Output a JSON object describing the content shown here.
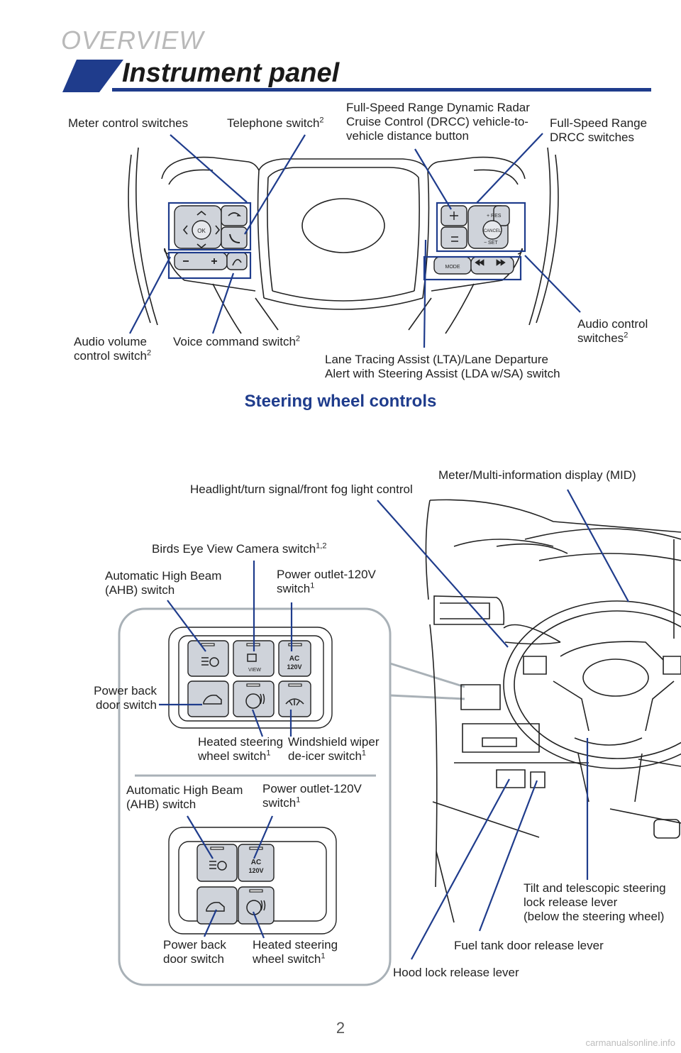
{
  "header": {
    "section": "OVERVIEW",
    "title": "Instrument panel",
    "accent_color": "#1f3c8c"
  },
  "steering": {
    "caption": "Steering wheel controls",
    "labels": {
      "meter_control": "Meter control switches",
      "telephone": "Telephone switch",
      "telephone_sup": "2",
      "drcc_button_1": "Full-Speed Range Dynamic Radar",
      "drcc_button_2": "Cruise Control (DRCC) vehicle-to-",
      "drcc_button_3": "vehicle distance button",
      "drcc_switches_1": "Full-Speed Range",
      "drcc_switches_2": "DRCC switches",
      "audio_volume_1": "Audio volume",
      "audio_volume_2": "control switch",
      "audio_volume_sup": "2",
      "voice_command": "Voice command switch",
      "voice_command_sup": "2",
      "lta_1": "Lane Tracing Assist (LTA)/Lane Departure",
      "lta_2": "Alert with Steering Assist (LDA w/SA) switch",
      "audio_control_1": "Audio control",
      "audio_control_2": "switches",
      "audio_control_sup": "2"
    },
    "buttons": {
      "ok": "OK",
      "res": "+ RES",
      "cancel": "CANCEL",
      "set": "− SET",
      "mode": "MODE"
    }
  },
  "dash": {
    "labels": {
      "meter_mid": "Meter/Multi-information display (MID)",
      "headlight": "Headlight/turn signal/front fog light control",
      "birds_eye": "Birds Eye View Camera switch",
      "birds_eye_sup": "1,2",
      "ahb_1": "Automatic High Beam",
      "ahb_2": "(AHB) switch",
      "power_outlet_1": "Power outlet-120V",
      "power_outlet_2": "switch",
      "power_outlet_sup": "1",
      "power_back_1": "Power back",
      "power_back_2": "door switch",
      "heated_1": "Heated steering",
      "heated_2": "wheel switch",
      "heated_sup": "1",
      "wiper_1": "Windshield wiper",
      "wiper_2": "de-icer switch",
      "wiper_sup": "1",
      "tilt_1": "Tilt and telescopic steering",
      "tilt_2": "lock release lever",
      "tilt_3": "(below the steering wheel)",
      "fuel": "Fuel tank door release lever",
      "hood": "Hood lock release lever"
    },
    "switch_text": {
      "view": "VIEW",
      "ac": "AC",
      "v120": "120V"
    }
  },
  "footer": {
    "page": "2",
    "watermark": "carmanualsonline.info"
  }
}
